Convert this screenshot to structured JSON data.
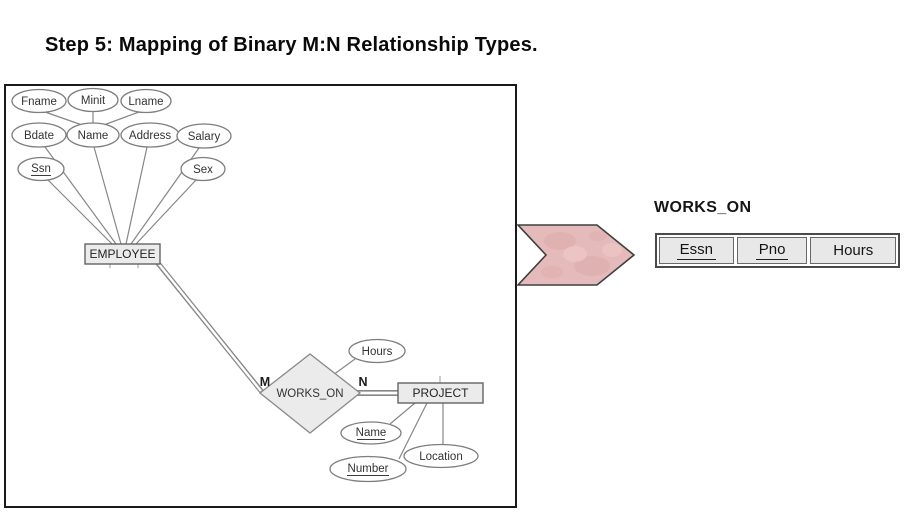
{
  "page_title": "Step 5: Mapping of Binary M:N Relationship Types.",
  "er_diagram": {
    "employee": {
      "entity_label": "EMPLOYEE",
      "attributes": {
        "fname": "Fname",
        "minit": "Minit",
        "lname": "Lname",
        "bdate": "Bdate",
        "name": "Name",
        "address": "Address",
        "salary": "Salary",
        "ssn": "Ssn",
        "sex": "Sex"
      },
      "key_attribute": "Ssn"
    },
    "relationship": {
      "label": "WORKS_ON",
      "cardinality_employee": "M",
      "cardinality_project": "N",
      "attributes": {
        "hours": "Hours"
      }
    },
    "project": {
      "entity_label": "PROJECT",
      "attributes": {
        "name": "Name",
        "number": "Number",
        "location": "Location"
      },
      "key_attributes": [
        "Name",
        "Number"
      ]
    }
  },
  "mapping_result": {
    "relation_name": "WORKS_ON",
    "columns": [
      {
        "label": "Essn",
        "is_key": true
      },
      {
        "label": "Pno",
        "is_key": true
      },
      {
        "label": "Hours",
        "is_key": false
      }
    ]
  },
  "colors": {
    "arrow_fill": "#e5baba",
    "arrow_border": "#3f3f3f",
    "shape_fill": "#ebebeb",
    "diagram_line": "#878787",
    "table_cell_fill": "#e8e8e8",
    "table_border": "#4a4a4a"
  }
}
